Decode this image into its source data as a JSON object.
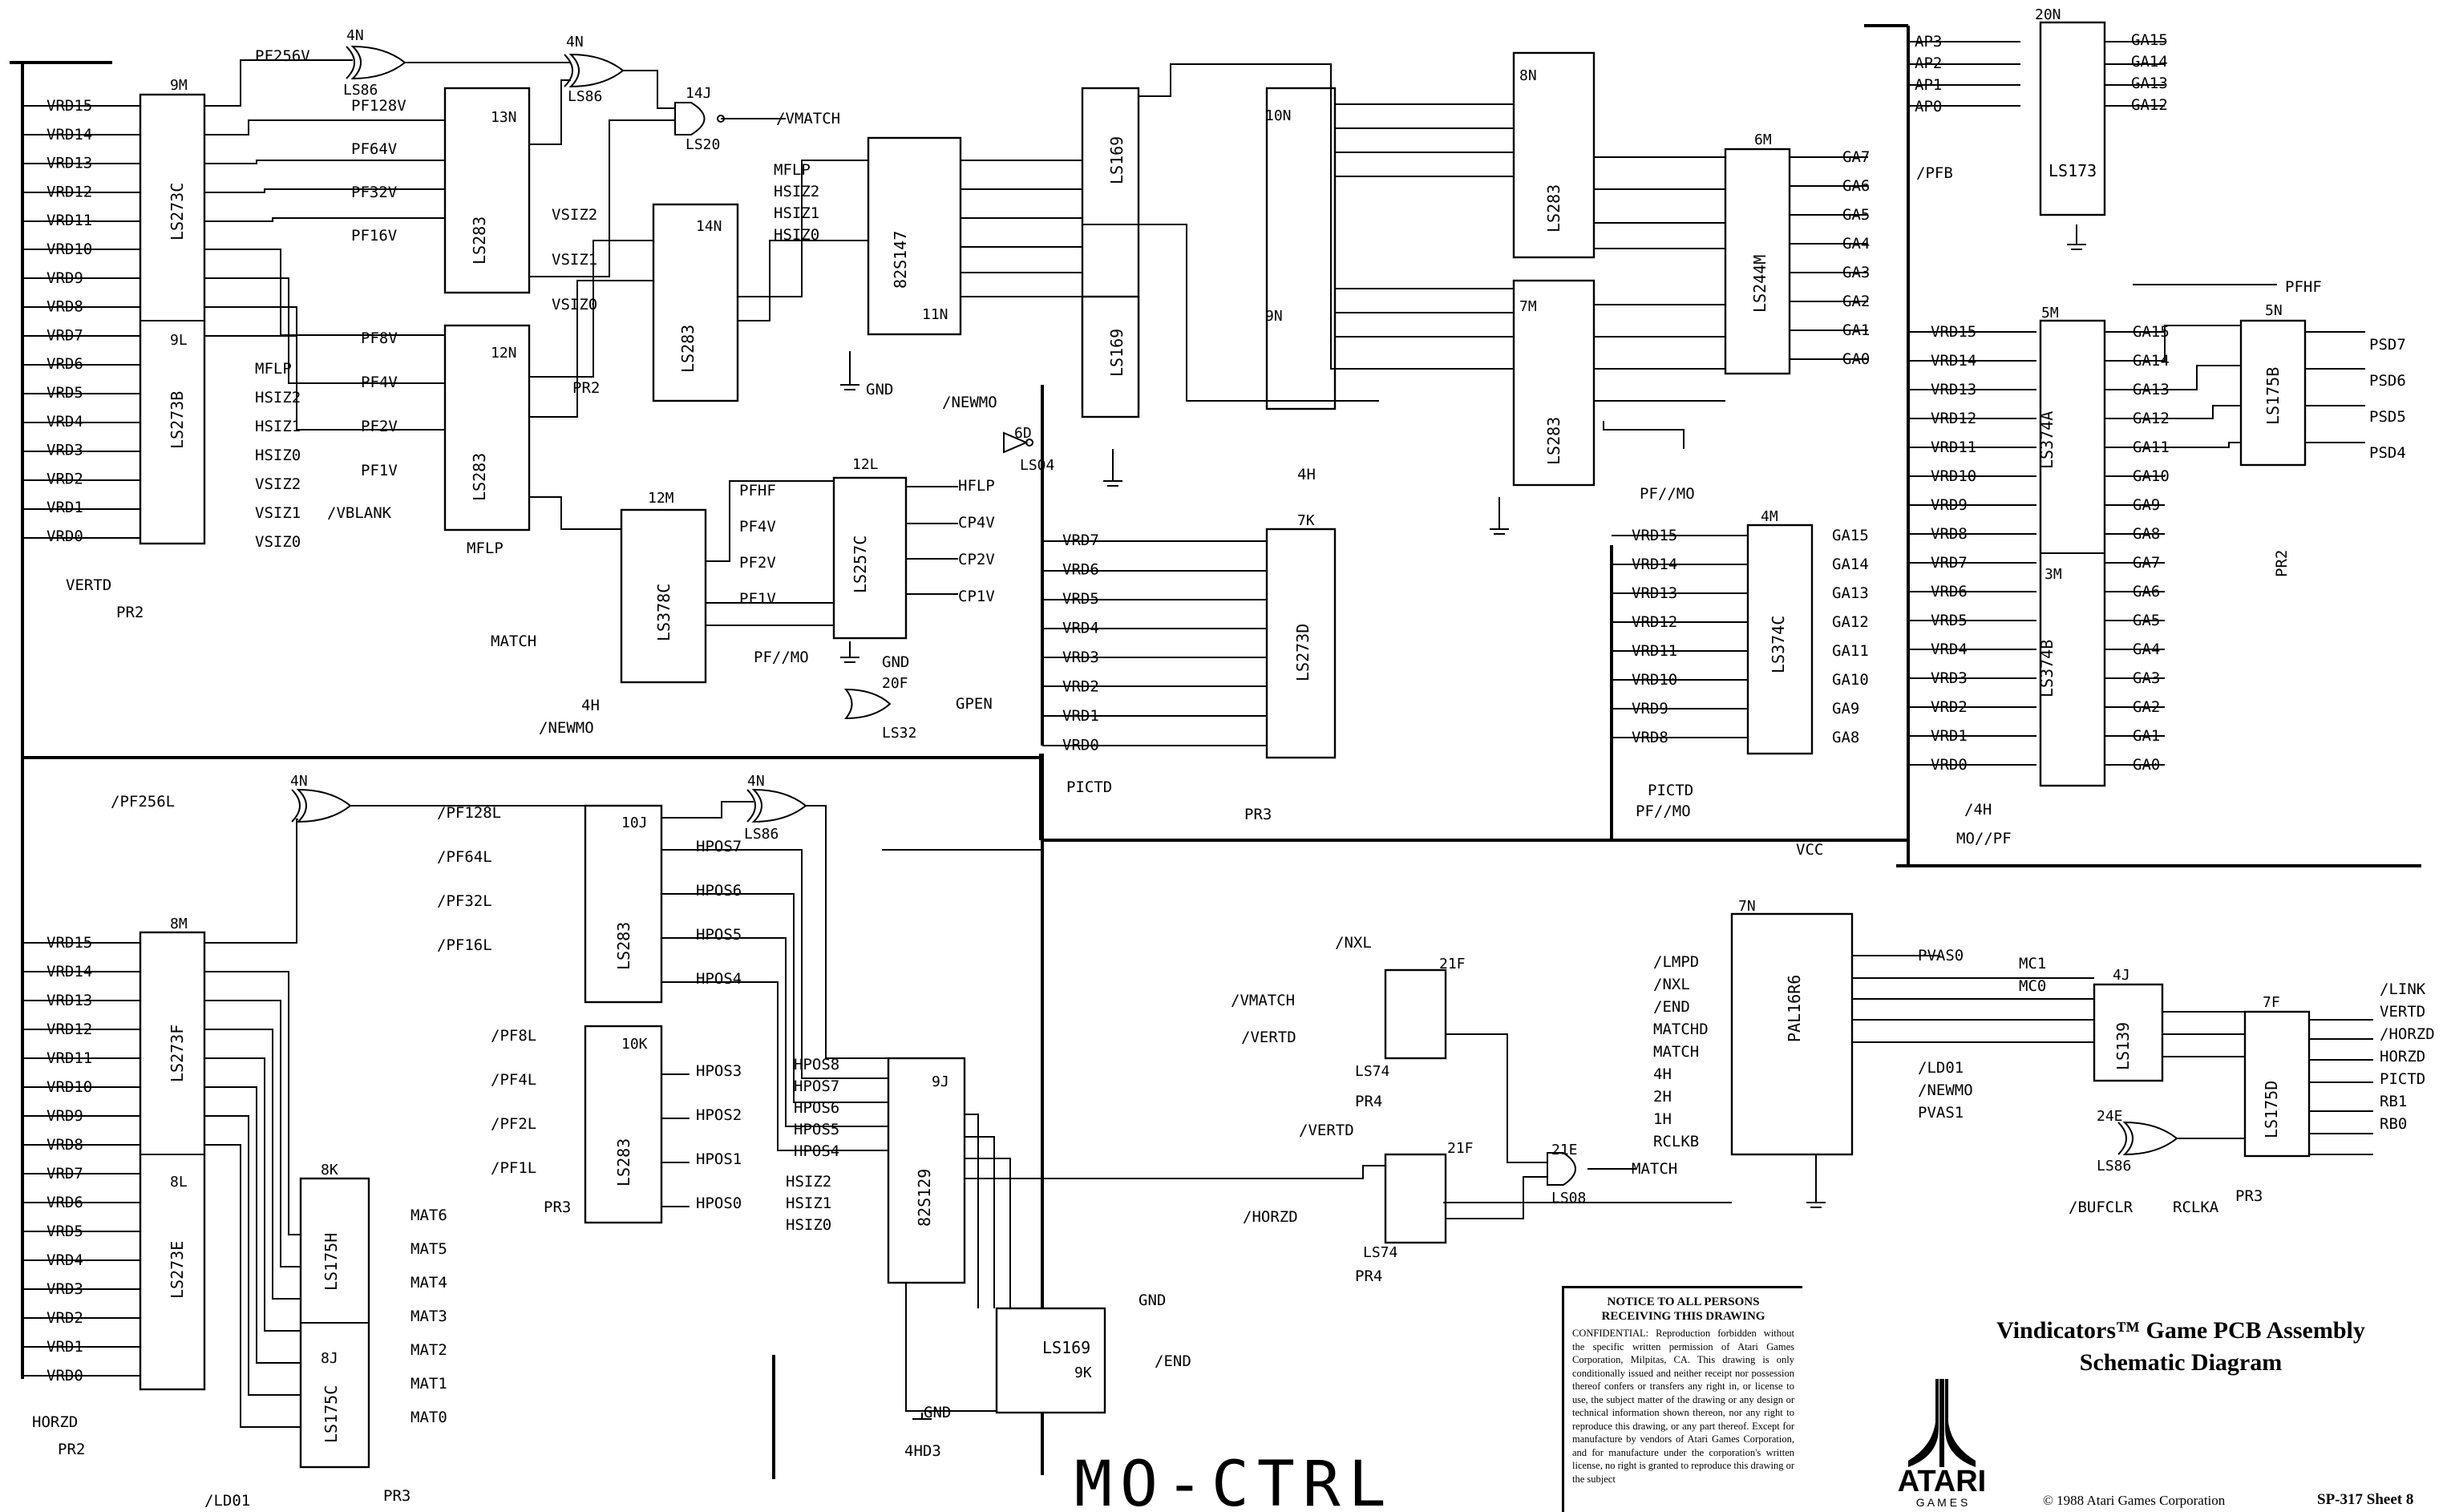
{
  "title_block": {
    "title_line1": "Vindicators™ Game PCB Assembly",
    "title_line2": "Schematic Diagram",
    "copyright": "© 1988 Atari Games Corporation",
    "sheet": "SP-317  Sheet 8",
    "logo_word": "ATARI",
    "logo_sub": "G A M E S"
  },
  "notice": {
    "title1": "NOTICE TO ALL PERSONS",
    "title2": "RECEIVING THIS DRAWING",
    "body": "CONFIDENTIAL: Reproduction forbidden without the specific written permission of Atari Games Corporation, Milpitas, CA. This drawing is only conditionally issued and neither receipt nor possession thereof confers or transfers any right in, or license to use, the subject matter of the drawing or any design or technical information shown thereon, nor any right to reproduce this drawing, or any part thereof. Except for manufacture by vendors of Atari Games Corporation, and for manufacture under the corporation's written license, no right is granted to reproduce this drawing or the subject"
  },
  "section_label": "MO-CTRL",
  "chips": {
    "c9M": "9M",
    "t9M": "LS273C",
    "c9L": "9L",
    "t9L": "LS273B",
    "c13N": "13N",
    "t13N": "LS283",
    "c12N": "12N",
    "t12N": "LS283",
    "c14N": "14N",
    "t14N": "LS283",
    "c12M": "12M",
    "t12M": "LS378C",
    "c12L": "12L",
    "t12L": "LS257C",
    "c11N": "11N",
    "t11N": "82S147",
    "c10N": "10N",
    "t10N": "LS169",
    "c9N": "9N",
    "t9N": "LS169",
    "c8N": "8N",
    "t8N": "LS283",
    "c7M": "7M",
    "t7M": "LS283",
    "c6M": "6M",
    "t6M": "LS244M",
    "c20N": "20N",
    "t20N": "LS173",
    "c5M": "5M",
    "t5M": "LS374A",
    "c3M": "3M",
    "t3M": "LS374B",
    "c5N": "5N",
    "t5N": "LS175B",
    "c7K": "7K",
    "t7K": "LS273D",
    "c4M": "4M",
    "t4M": "LS374C",
    "c8M": "8M",
    "t8M": "LS273F",
    "c8L": "8L",
    "t8L": "LS273E",
    "c8K": "8K",
    "t8K": "LS175H",
    "c8J": "8J",
    "t8J": "LS175C",
    "c10J": "10J",
    "t10J": "LS283",
    "c10K": "10K",
    "t10K": "LS283",
    "c9J": "9J",
    "t9J": "82S129",
    "c9K": "9K",
    "t9K": "LS169",
    "c7N": "7N",
    "t7N": "PAL16R6",
    "c4J": "4J",
    "t4J": "LS139",
    "c7F": "7F",
    "t7F": "LS175D",
    "c21Fa": "21F",
    "c21Fb": "21F",
    "t21F": "LS74",
    "c21E": "21E",
    "t21E": "LS08",
    "c24E": "24E",
    "t24E": "LS86",
    "c4Na": "4N",
    "c4Nb": "4N",
    "c4Nc": "4N",
    "c4Nd": "4N",
    "t4N": "LS86",
    "c14J": "14J",
    "t14J": "LS20",
    "c6D": "6D",
    "t6D": "LS04",
    "c20F": "20F",
    "t20F": "LS32",
    "t4Nb": "LS86",
    "t4Nd": "LS86"
  },
  "signals": {
    "vrd": [
      "VRD15",
      "VRD14",
      "VRD13",
      "VRD12",
      "VRD11",
      "VRD10",
      "VRD9",
      "VRD8",
      "VRD7",
      "VRD6",
      "VRD5",
      "VRD4",
      "VRD3",
      "VRD2",
      "VRD1",
      "VRD0"
    ],
    "vrd_lo": [
      "VRD7",
      "VRD6",
      "VRD5",
      "VRD4",
      "VRD3",
      "VRD2",
      "VRD1",
      "VRD0"
    ],
    "vrd_hi": [
      "VRD15",
      "VRD14",
      "VRD13",
      "VRD12",
      "VRD11",
      "VRD10",
      "VRD9",
      "VRD8"
    ],
    "ga": [
      "GA15",
      "GA14",
      "GA13",
      "GA12",
      "GA11",
      "GA10",
      "GA9",
      "GA8",
      "GA7",
      "GA6",
      "GA5",
      "GA4",
      "GA3",
      "GA2",
      "GA1",
      "GA0"
    ],
    "ga_top": [
      "GA7",
      "GA6",
      "GA5",
      "GA4",
      "GA3",
      "GA2",
      "GA1",
      "GA0"
    ],
    "ga_hi": [
      "GA15",
      "GA14",
      "GA13",
      "GA12"
    ],
    "ap": [
      "AP3",
      "AP2",
      "AP1",
      "AP0"
    ],
    "psd": [
      "PSD7",
      "PSD6",
      "PSD5",
      "PSD4"
    ],
    "hpos": [
      "HPOS7",
      "HPOS6",
      "HPOS5",
      "HPOS4",
      "HPOS3",
      "HPOS2",
      "HPOS1",
      "HPOS0"
    ],
    "hpos_in": [
      "HPOS8",
      "HPOS7",
      "HPOS6",
      "HPOS5",
      "HPOS4"
    ],
    "mat": [
      "MAT6",
      "MAT5",
      "MAT4",
      "MAT3",
      "MAT2",
      "MAT1",
      "MAT0"
    ],
    "pf_top": [
      "PF256V",
      "PF128V",
      "PF64V",
      "PF32V",
      "PF16V",
      "PF8V",
      "PF4V",
      "PF2V",
      "PF1V"
    ],
    "pf_bot": [
      "/PF256L",
      "/PF128L",
      "/PF64L",
      "/PF32L",
      "/PF16L",
      "/PF8L",
      "/PF4L",
      "/PF2L",
      "/PF1L"
    ],
    "vsiz": [
      "VSIZ2",
      "VSIZ1",
      "VSIZ0"
    ],
    "hsiz": [
      "MFLP",
      "HSIZ2",
      "HSIZ1",
      "HSIZ0",
      "VSIZ2",
      "VSIZ1",
      "VSIZ0"
    ],
    "hsiz_rom": [
      "MFLP",
      "HSIZ2",
      "HSIZ1",
      "HSIZ0"
    ],
    "hsiz_9j": [
      "HSIZ2",
      "HSIZ1",
      "HSIZ0"
    ],
    "pal_in": [
      "/LMPD",
      "/NXL",
      "/END",
      "MATCHD",
      "MATCH",
      "4H",
      "2H",
      "1H",
      "RCLKB"
    ],
    "pal_out": [
      "PVAS0",
      "/LD01",
      "/NEWMO",
      "PVAS1"
    ],
    "f7_out": [
      "/LINK",
      "VERTD",
      "/HORZD",
      "HORZD",
      "PICTD",
      "RB1",
      "RB0"
    ],
    "l12_in": [
      "PFHF",
      "PF4V",
      "PF2V",
      "PF1V"
    ],
    "l12_out": [
      "HFLP",
      "CP4V",
      "CP2V",
      "CP1V"
    ],
    "misc": {
      "vmatch": "/VMATCH",
      "vblank": "/VBLANK",
      "vertd": "VERTD",
      "pr2": "PR2",
      "pr3": "PR3",
      "pr4": "PR4",
      "match": "MATCH",
      "h4": "4H",
      "newmo": "/NEWMO",
      "pfmo": "PF//MO",
      "gnd": "GND",
      "gpen": "GPEN",
      "pfb": "/PFB",
      "pfhf": "PFHF",
      "mopf": "MO//PF",
      "h4n": "/4H",
      "picto": "PICTD",
      "horzd": "HORZD",
      "ld01": "/LD01",
      "hd3": "4HD3",
      "end": "/END",
      "nxl": "/NXL",
      "vmatch2": "/VMATCH",
      "vertd2": "/VERTD",
      "vertd3": "/VERTD",
      "horzd2": "/HORZD",
      "mc1": "MC1",
      "mc0": "MC0",
      "bufclr": "/BUFCLR",
      "rclka": "RCLKA",
      "vcc": "VCC",
      "mflp": "MFLP",
      "match2": "MATCH",
      "hsiz1": "HSIZ1",
      "hsiz0": "HSIZ0",
      "hsiz2": "HSIZ2"
    }
  }
}
